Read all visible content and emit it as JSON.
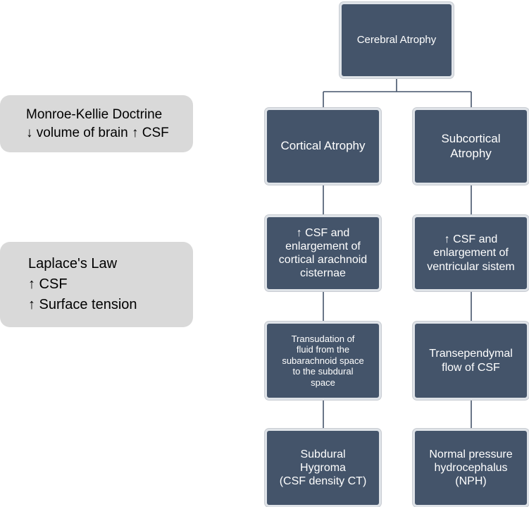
{
  "notes": {
    "monroe_kellie": "Monroe-Kellie Doctrine\n↓ volume of brain ↑ CSF",
    "laplace": "Laplace's Law\n↑ CSF\n↑ Surface tension"
  },
  "nodes": {
    "root": "Cerebral Atrophy",
    "cortical": "Cortical Atrophy",
    "subcortical": "Subcortical\nAtrophy",
    "cortical_csf": "↑ CSF and\nenlargement of\ncortical arachnoid\ncisternae",
    "subcortical_csf": "↑ CSF and\nenlargement of\nventricular sistem",
    "transudation": "Transudation of\nfluid from the\nsubarachnoid space\nto the subdural\nspace",
    "transependymal": "Transependymal\nflow of CSF",
    "hygroma": "Subdural\nHygroma\n(CSF density CT)",
    "nph": "Normal pressure\nhydrocephalus\n(NPH)"
  }
}
